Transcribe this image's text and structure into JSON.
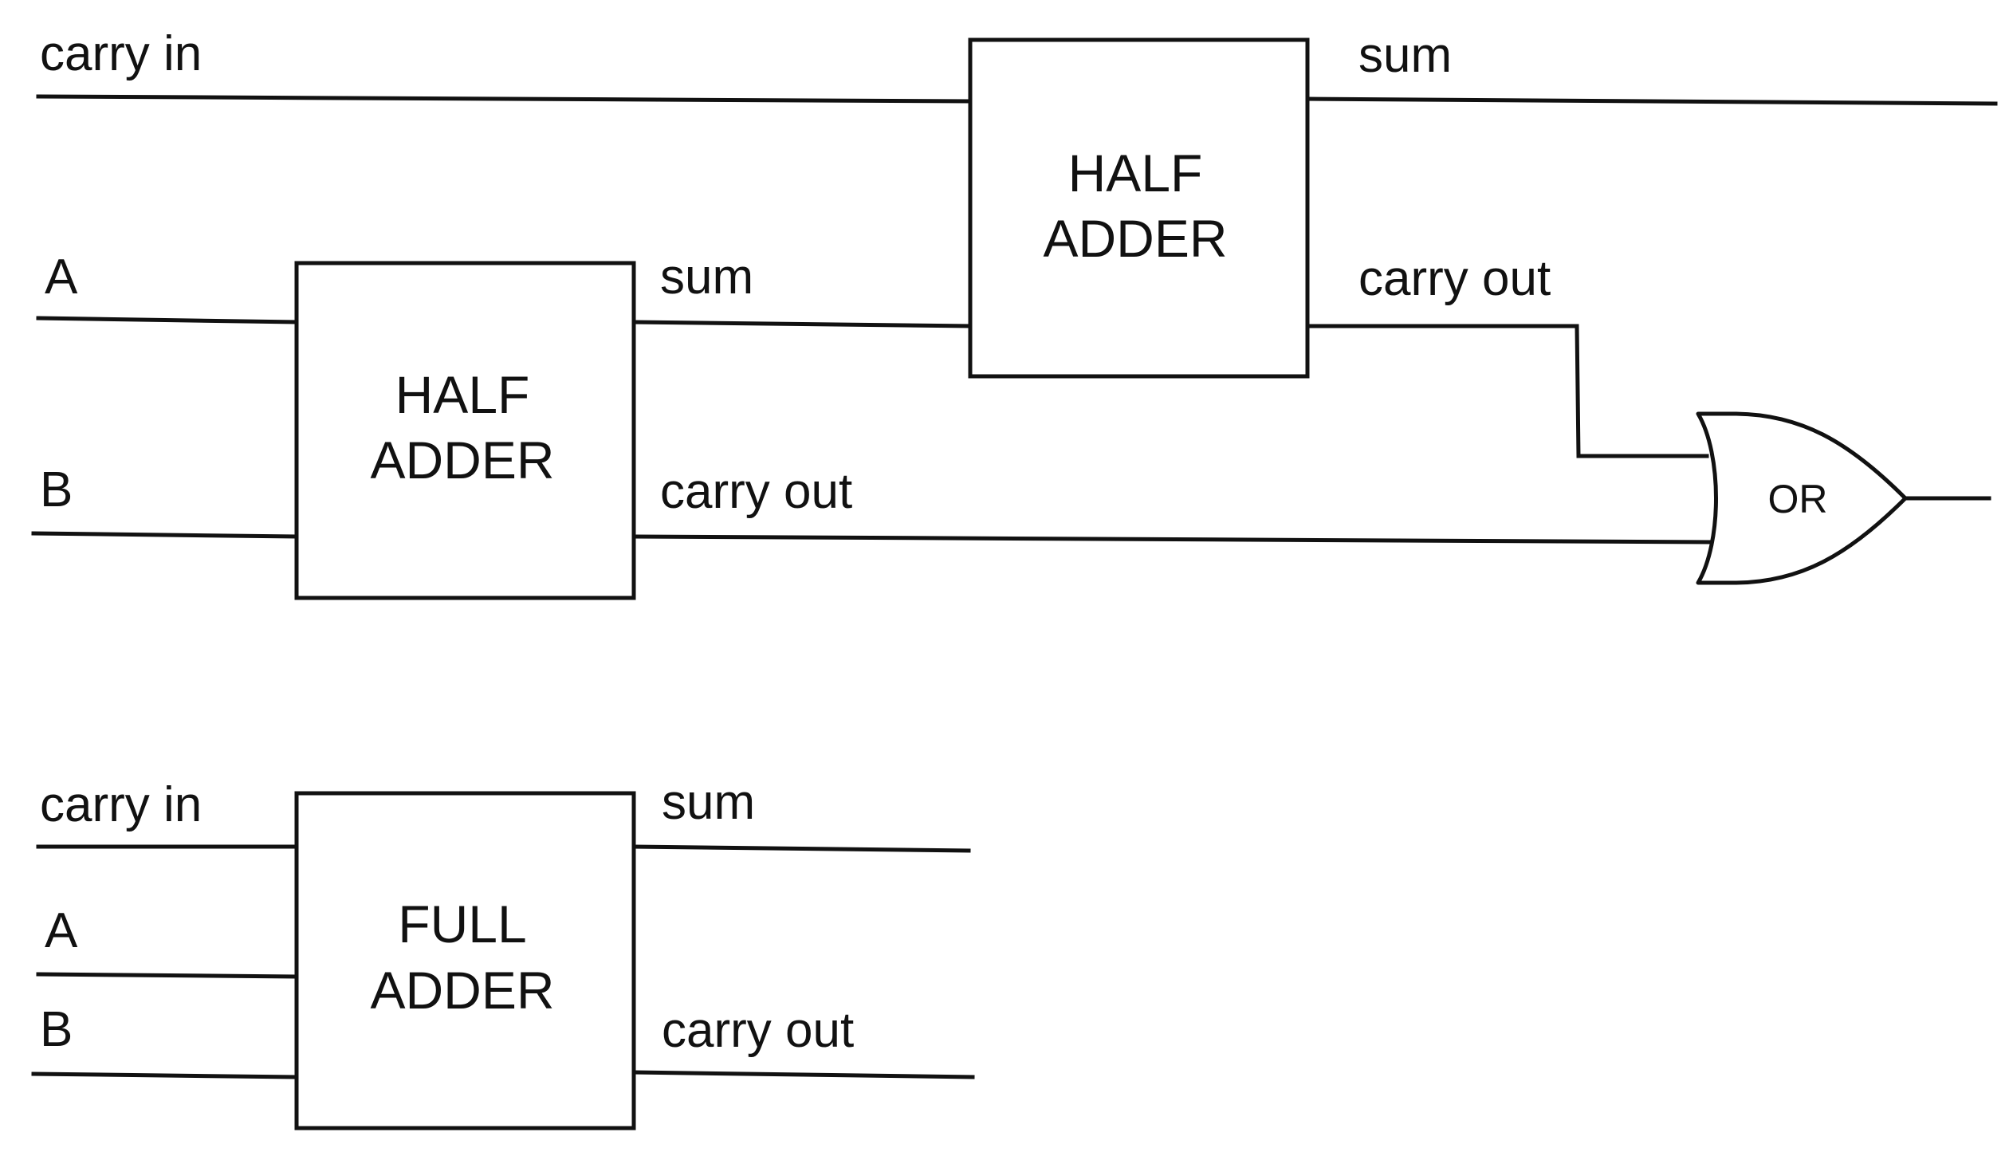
{
  "top_circuit": {
    "inputs": {
      "carry_in": "carry in",
      "a": "A",
      "b": "B"
    },
    "half_adder_1": {
      "line1": "HALF",
      "line2": "ADDER",
      "sum_label": "sum",
      "carry_out_label": "carry out"
    },
    "half_adder_2": {
      "line1": "HALF",
      "line2": "ADDER",
      "sum_label": "sum",
      "carry_out_label": "carry out"
    },
    "or_gate": {
      "label": "OR"
    }
  },
  "full_adder_block": {
    "inputs": {
      "carry_in": "carry in",
      "a": "A",
      "b": "B"
    },
    "line1": "FULL",
    "line2": "ADDER",
    "sum_label": "sum",
    "carry_out_label": "carry out"
  }
}
